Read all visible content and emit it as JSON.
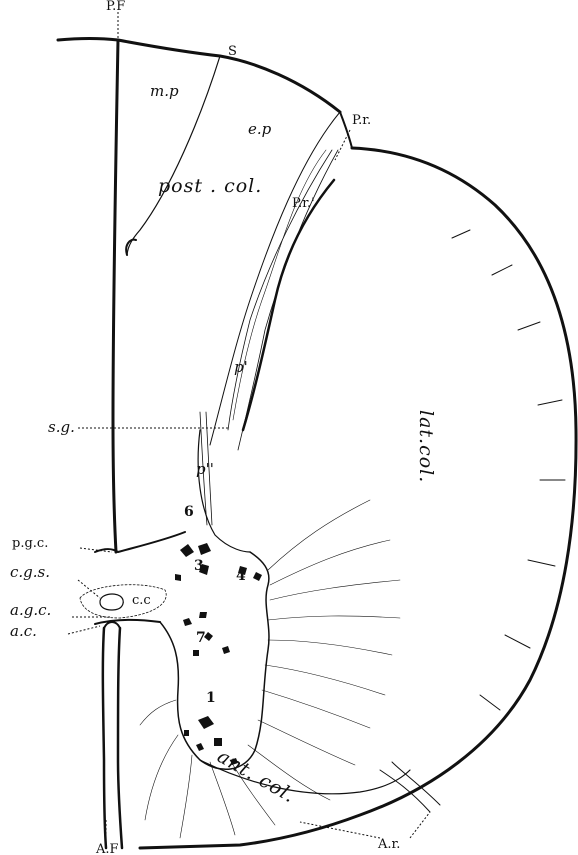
{
  "figure": {
    "labels": {
      "p_f": "P.F",
      "s": "S",
      "m_p": "m.p",
      "e_p": "e.p",
      "post_col": "post . col.",
      "p_r": "P.r.",
      "p_r_prime": "P.r.'",
      "p_prime": "p'",
      "p_double_prime": "p''",
      "s_g": "s.g.",
      "lat_col": "lat.col.",
      "six": "6",
      "p_g_c": "p.g.c.",
      "c_g_s": "c.g.s.",
      "three": "3",
      "four": "4",
      "c_c": "c.c",
      "a_g_c": "a.g.c.",
      "a_c": "a.c.",
      "seven": "7",
      "one": "1",
      "ant_col": "ant. col.",
      "a_r": "A.r.",
      "a_f": "A.F"
    },
    "colors": {
      "ink": "#111111",
      "paper": "#ffffff"
    }
  }
}
